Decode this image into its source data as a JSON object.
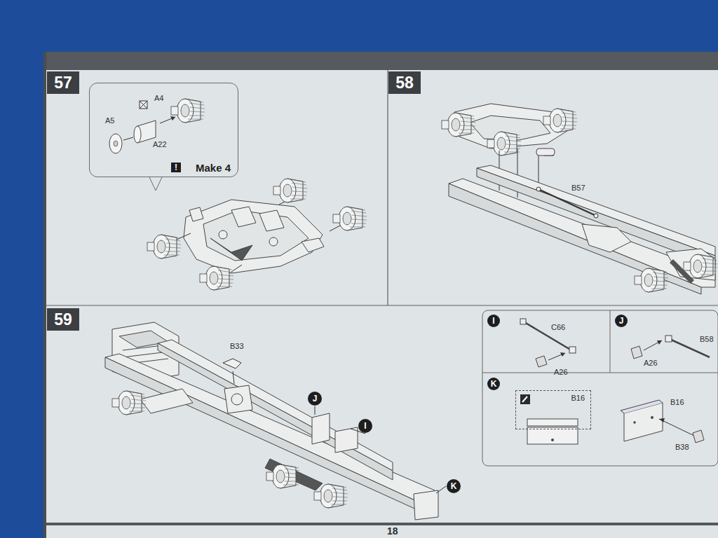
{
  "diagram": {
    "nodes": [
      {
        "text": [
          "57"
        ]
      },
      {
        "text": [
          "Make 4"
        ]
      },
      {
        "text": [
          "58"
        ]
      },
      {
        "text": [
          "59"
        ]
      },
      {
        "text": [
          "J"
        ]
      },
      {
        "text": [
          "I"
        ]
      },
      {
        "text": [
          "K"
        ]
      },
      {
        "text": [
          "I"
        ]
      },
      {
        "text": [
          "J"
        ]
      },
      {
        "text": [
          "K"
        ]
      },
      {
        "text": [
          "B16"
        ]
      }
    ],
    "labels": [
      "!",
      "A4",
      "A5",
      "A22",
      "B57",
      "B33",
      "C66",
      "A26",
      "A26",
      "B58",
      "B16",
      "B38",
      "18"
    ]
  }
}
